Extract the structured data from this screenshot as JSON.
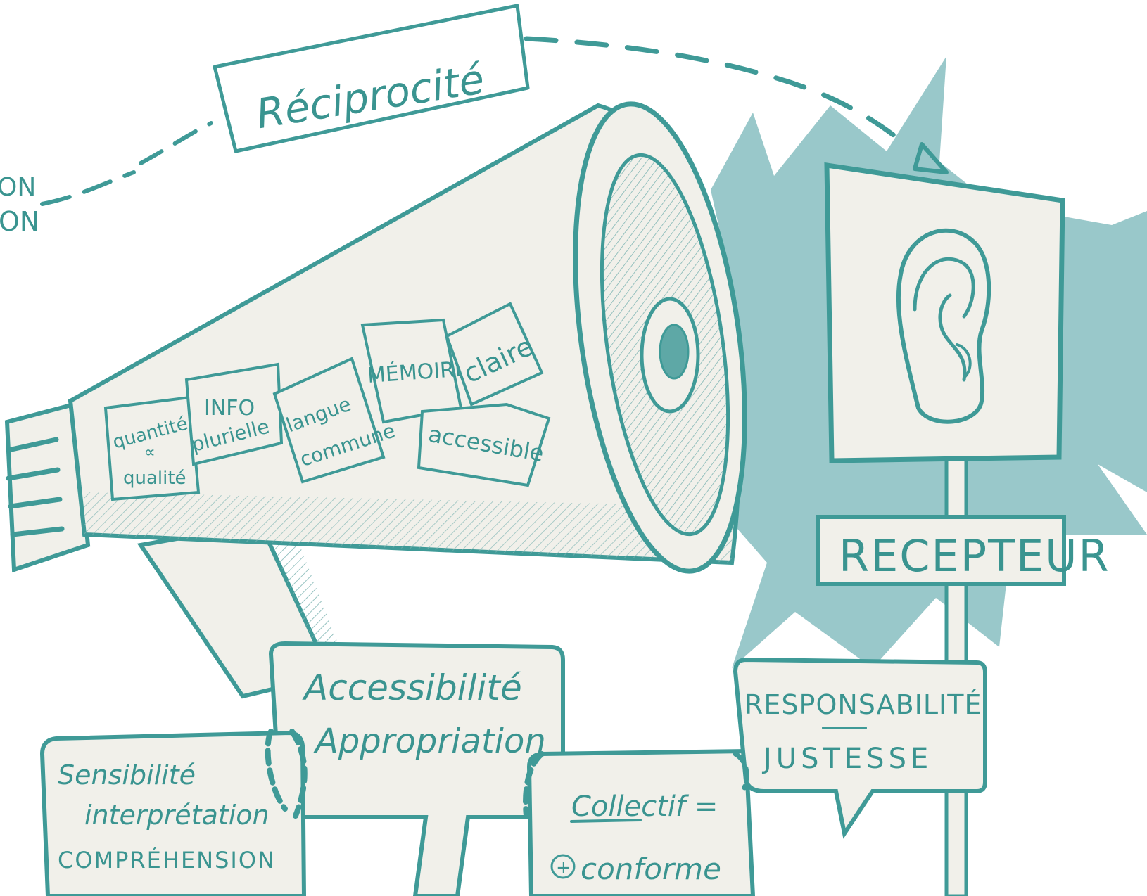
{
  "colors": {
    "ink": "#3f9a97",
    "ink_text": "#3a9490",
    "paper": "#f1f0ea",
    "splash": "#8ec2c4",
    "hatch": "#7fb5b3"
  },
  "edge_text": {
    "line1": "ON",
    "line2": "ON"
  },
  "reciprocity": "Réciprocité",
  "megaphone": {
    "icon": "megaphone-icon",
    "notes": {
      "quantite": "quantité",
      "quantite_vs": "∝",
      "qualite": "qualité",
      "info": "INFO",
      "plurielle": "plurielle",
      "langue": "langue",
      "commune": "commune",
      "memoire": "MÉMOIRE",
      "claire": "claire",
      "accessible": "accessible"
    }
  },
  "receiver": {
    "icon": "ear-icon",
    "sign": "RECEPTEUR"
  },
  "bubbles": {
    "access_line1": "Accessibilité",
    "access_line2": "Appropriation",
    "sens_line1": "Sensibilité",
    "sens_line2": "interprétation",
    "sens_line3": "COMPRÉHENSION",
    "resp_line1": "RESPONSABILITÉ",
    "resp_line2": "JUSTESSE",
    "coll_line1": "Collectif =",
    "coll_plus": "+",
    "coll_line2": "conforme"
  }
}
